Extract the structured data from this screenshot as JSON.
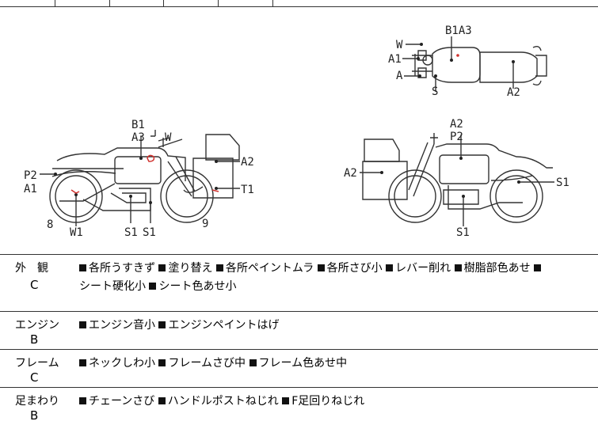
{
  "diagram": {
    "top_labels": [
      "W",
      "A1",
      "A",
      "B1A3",
      "S",
      "A2"
    ],
    "left_labels": [
      "B1",
      "A3",
      "W",
      "P2",
      "A1",
      "A2",
      "T1",
      "8",
      "W1",
      "S1",
      "S1",
      "9"
    ],
    "right_labels": [
      "A2",
      "P2",
      "A2",
      "S1",
      "S1"
    ]
  },
  "rows": [
    {
      "category": "外　観",
      "grade": "C",
      "items": [
        "各所うすきず",
        "塗り替え",
        "各所ペイントムラ",
        "各所さび小",
        "レバー削れ",
        "樹脂部色あせ",
        "シート硬化小",
        "シート色あせ小"
      ]
    },
    {
      "category": "エンジン",
      "grade": "B",
      "items": [
        "エンジン音小",
        "エンジンペイントはげ"
      ]
    },
    {
      "category": "フレーム",
      "grade": "C",
      "items": [
        "ネックしわ小",
        "フレームさび中",
        "フレーム色あせ中"
      ]
    },
    {
      "category": "足まわり",
      "grade": "B",
      "items": [
        "チェーンさび",
        "ハンドルポストねじれ",
        "F足回りねじれ"
      ]
    }
  ],
  "colors": {
    "damage_mark": "#d0312d",
    "line": "#333333"
  }
}
